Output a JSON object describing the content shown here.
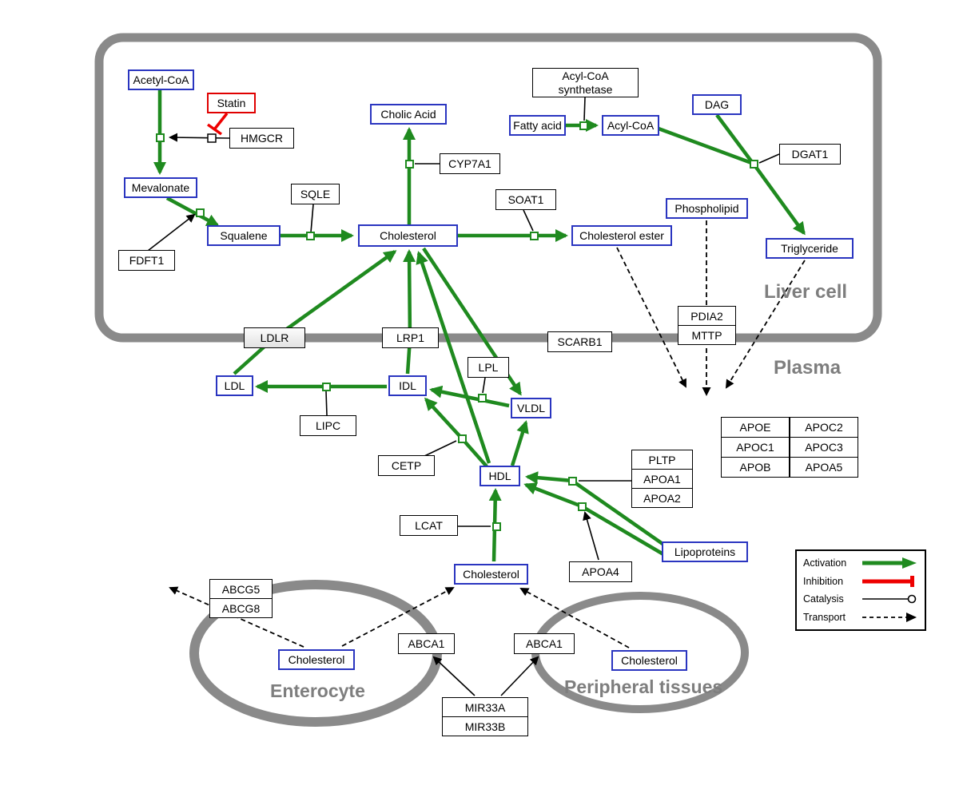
{
  "compartments": {
    "liver": "Liver cell",
    "plasma": "Plasma",
    "enterocyte": "Enterocyte",
    "peripheral": "Peripheral tissues"
  },
  "metabolites": {
    "acetyl_coa": "Acetyl-CoA",
    "mevalonate": "Mevalonate",
    "squalene": "Squalene",
    "cholesterol_liver": "Cholesterol",
    "cholic_acid": "Cholic Acid",
    "fatty_acid": "Fatty acid",
    "acyl_coa": "Acyl-CoA",
    "dag": "DAG",
    "phospholipid": "Phospholipid",
    "cholesterol_ester": "Cholesterol ester",
    "triglyceride": "Triglyceride",
    "ldl": "LDL",
    "idl": "IDL",
    "vldl": "VLDL",
    "hdl": "HDL",
    "cholesterol_plasma": "Cholesterol",
    "lipoproteins": "Lipoproteins",
    "cholesterol_enterocyte": "Cholesterol",
    "cholesterol_peripheral": "Cholesterol"
  },
  "proteins": {
    "statin": "Statin",
    "hmgcr": "HMGCR",
    "sqle": "SQLE",
    "fdft1": "FDFT1",
    "cyp7a1": "CYP7A1",
    "soat1": "SOAT1",
    "acyl_coa_synthetase_line1": "Acyl-CoA",
    "acyl_coa_synthetase_line2": "synthetase",
    "dgat1": "DGAT1",
    "pdia2": "PDIA2",
    "mttp": "MTTP",
    "ldlr": "LDLR",
    "lrp1": "LRP1",
    "scarb1": "SCARB1",
    "lpl": "LPL",
    "lipc": "LIPC",
    "cetp": "CETP",
    "pltp": "PLTP",
    "apoa1": "APOA1",
    "apoa2": "APOA2",
    "lcat": "LCAT",
    "apoa4": "APOA4",
    "abcg5": "ABCG5",
    "abcg8": "ABCG8",
    "abca1_enterocyte": "ABCA1",
    "abca1_peripheral": "ABCA1",
    "mir33a": "MIR33A",
    "mir33b": "MIR33B"
  },
  "apo_table": {
    "rows": [
      [
        "APOE",
        "APOC2"
      ],
      [
        "APOC1",
        "APOC3"
      ],
      [
        "APOB",
        "APOA5"
      ]
    ]
  },
  "legend": {
    "activation": "Activation",
    "inhibition": "Inhibition",
    "catalysis": "Catalysis",
    "transport": "Transport"
  },
  "colors": {
    "activation_green": "#1f8a1f",
    "inhibition_red": "#ee0000",
    "metabolite_border_blue": "#2a35c0",
    "membrane_gray": "#8a8a8a"
  }
}
